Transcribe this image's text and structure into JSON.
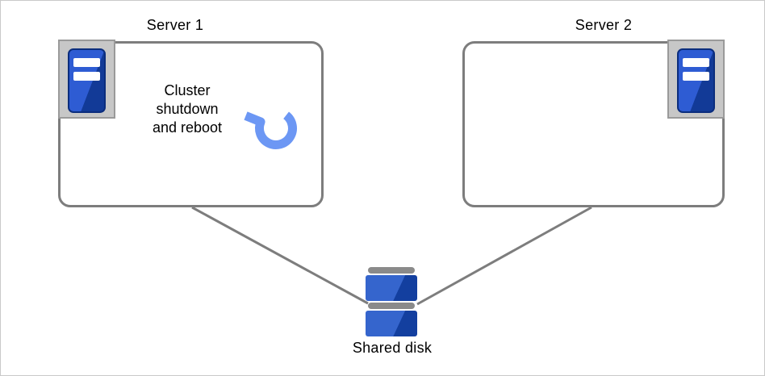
{
  "diagram": {
    "server1": {
      "title": "Server 1",
      "action_label": "Cluster\nshutdown\nand reboot",
      "icon": "server-tower-icon",
      "action_icon": "clockwise-reboot-arrow-icon"
    },
    "server2": {
      "title": "Server 2",
      "icon": "server-tower-icon"
    },
    "shared_disk": {
      "label": "Shared disk",
      "icon": "stacked-disk-icon"
    },
    "connections": [
      {
        "from": "server1",
        "to": "shared_disk"
      },
      {
        "from": "server2",
        "to": "shared_disk"
      }
    ],
    "colors": {
      "box_border": "#7d7d7d",
      "connector_line": "#7d7d7d",
      "icon_tray_bg": "#c7c7c7",
      "icon_tray_border": "#9a9a9a",
      "server_blue_light": "#2e5cd3",
      "server_blue_dark": "#123a97",
      "server_outline": "#0b2d7d",
      "disk_blue_light": "#3565cd",
      "disk_blue_dark": "#133f9f",
      "disk_bar_gray": "#8a8a8a",
      "reboot_arrow_blue": "#6c97f4",
      "text": "#000000",
      "page_bg": "#ffffff",
      "page_border": "#c9c9c9"
    }
  }
}
